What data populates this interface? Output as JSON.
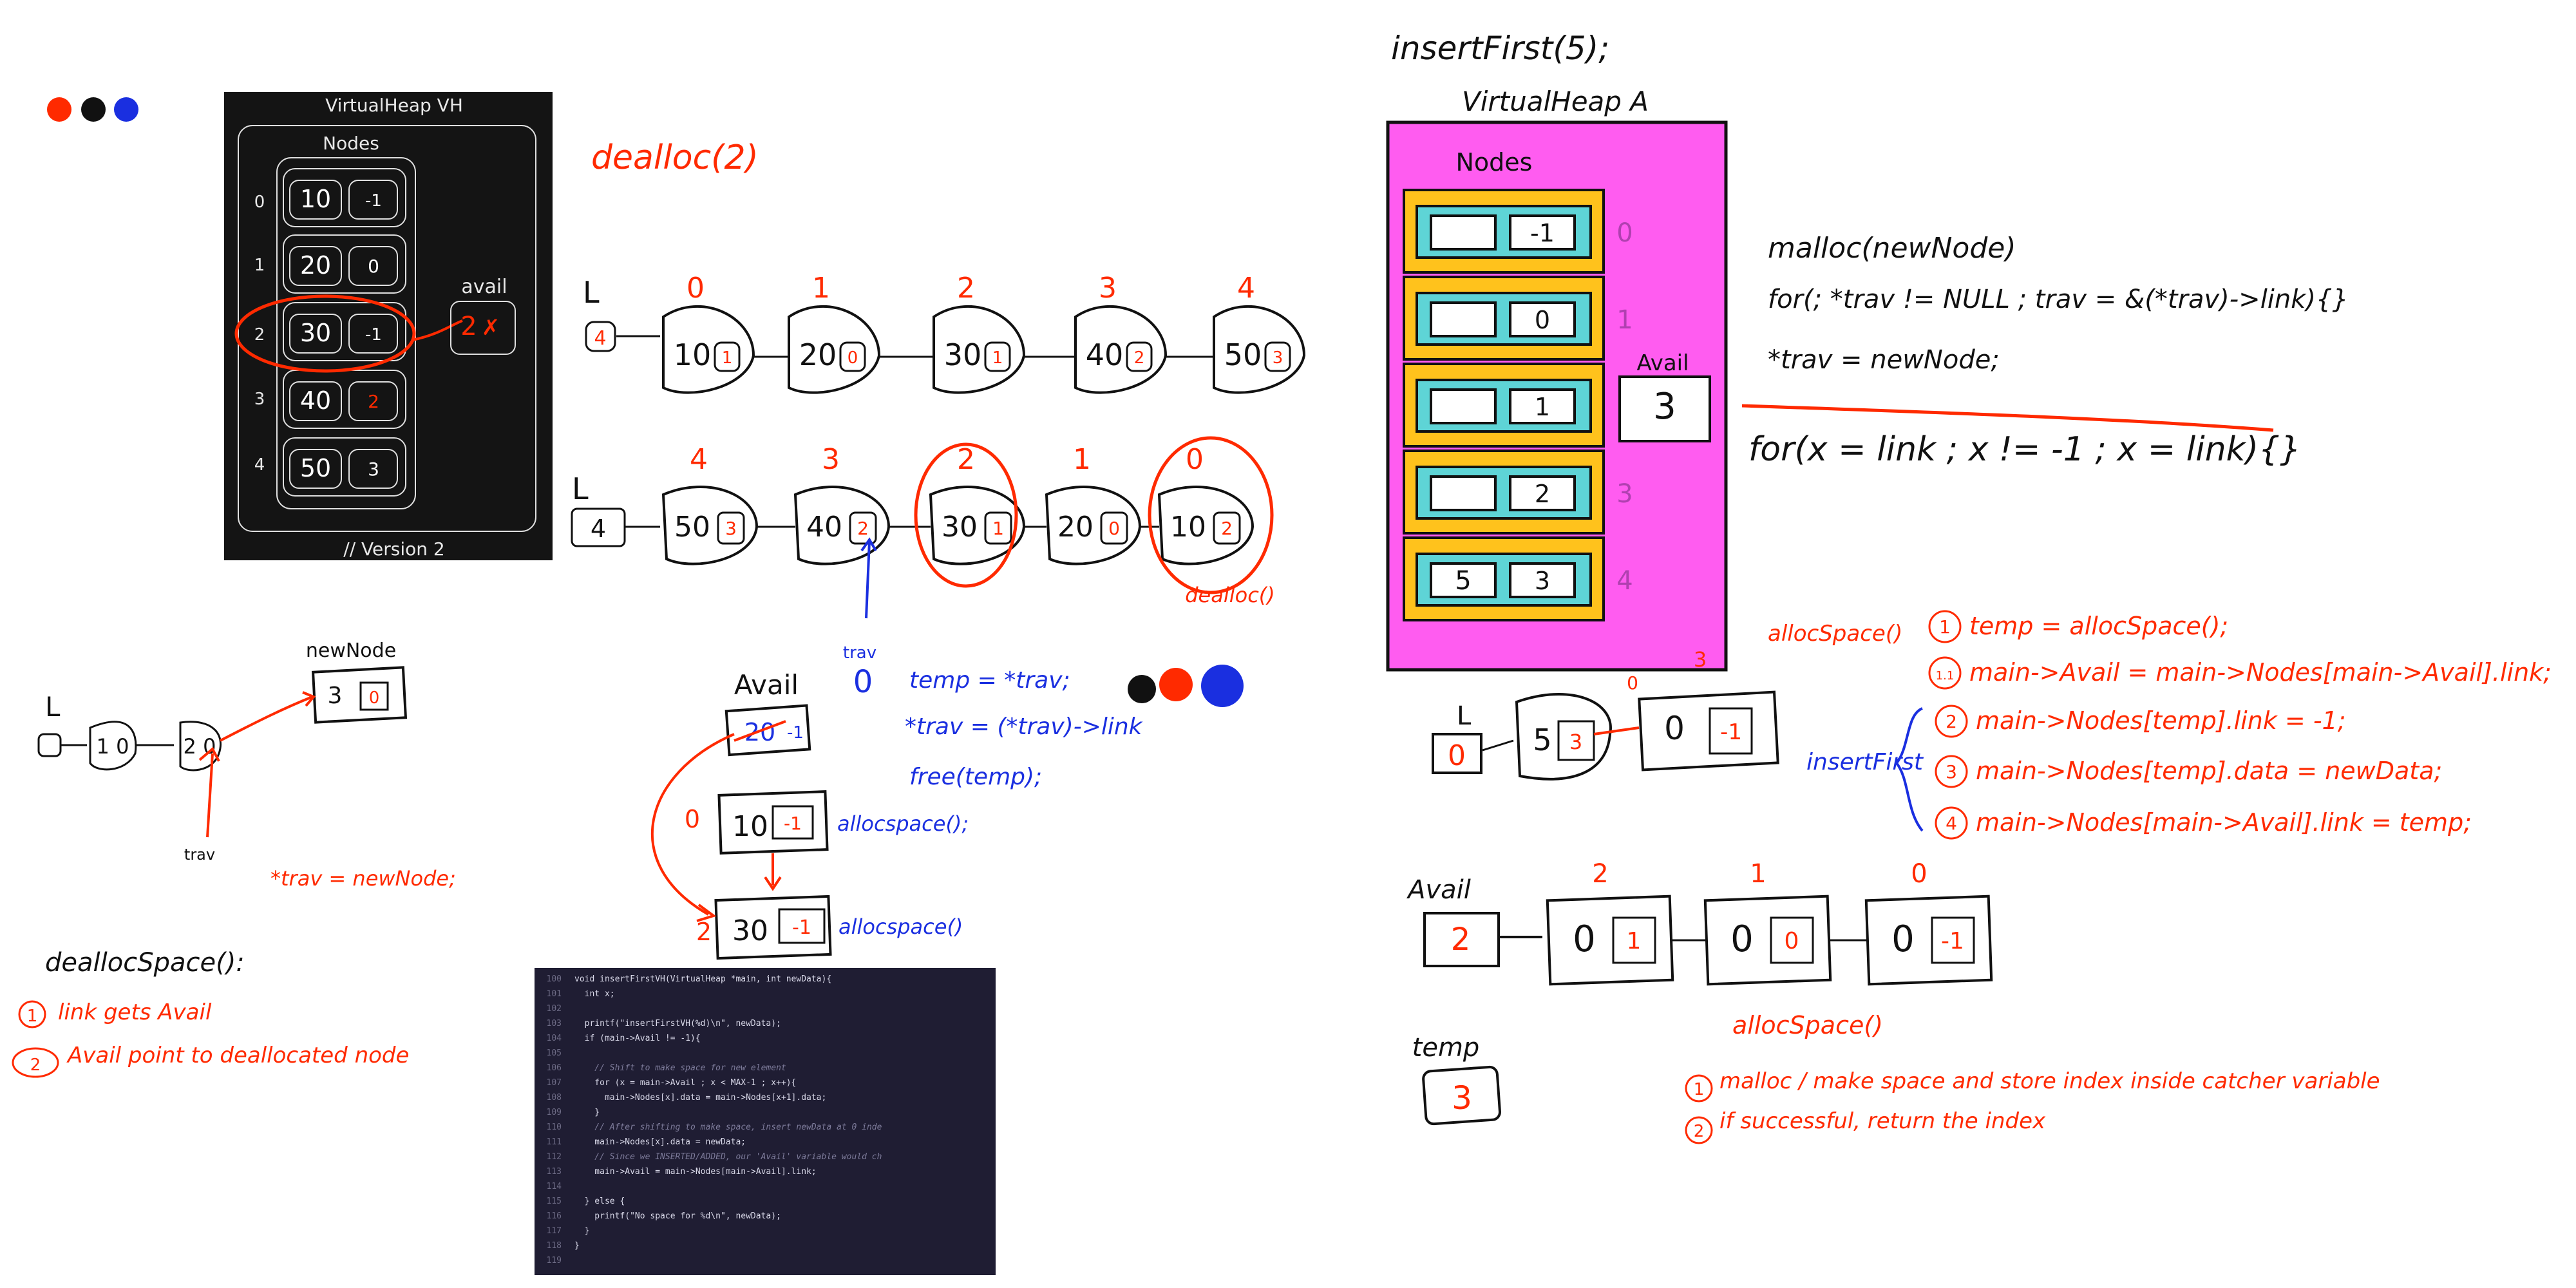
{
  "palette": {
    "red": "#ff2a00",
    "black": "#111111",
    "blue": "#1a2fe0",
    "magenta": "#ff5cf0",
    "gold": "#ffc21c",
    "teal": "#5ed4d6"
  },
  "vh_panel": {
    "title": "VirtualHeap VH",
    "nodes_label": "Nodes",
    "rows": [
      {
        "index": "0",
        "data": "10",
        "link": "-1"
      },
      {
        "index": "1",
        "data": "20",
        "link": "0"
      },
      {
        "index": "2",
        "data": "30",
        "link": "-1"
      },
      {
        "index": "3",
        "data": "40",
        "link": "2"
      },
      {
        "index": "4",
        "data": "50",
        "link": "3"
      }
    ],
    "avail_label": "avail",
    "avail_value": "2",
    "version": "// Version 2"
  },
  "dealloc_title": "dealloc(2)",
  "list1": {
    "head": "L",
    "head_val": "4",
    "indices": [
      "0",
      "1",
      "2",
      "3",
      "4"
    ],
    "nodes": [
      {
        "data": "10",
        "link": "1"
      },
      {
        "data": "20",
        "link": "0"
      },
      {
        "data": "30",
        "link": "1"
      },
      {
        "data": "40",
        "link": "2"
      },
      {
        "data": "50",
        "link": "3"
      }
    ]
  },
  "list2": {
    "head": "L",
    "head_val": "4",
    "indices": [
      "4",
      "3",
      "2",
      "1",
      "0"
    ],
    "nodes": [
      {
        "data": "50",
        "link": "3"
      },
      {
        "data": "40",
        "link": "2"
      },
      {
        "data": "30",
        "link": "1"
      },
      {
        "data": "20",
        "link": "0"
      },
      {
        "data": "10",
        "link": "2"
      }
    ],
    "dealloc_note": "dealloc()",
    "trav": "trav",
    "trav_val": "0"
  },
  "trav_code": {
    "line1": "temp = *trav;",
    "line2": "*trav = (*trav)->link",
    "line3": "free(temp);"
  },
  "avail_section": {
    "title": "Avail",
    "box_val": "20",
    "box_link": "-1",
    "node1": {
      "index": "0",
      "data": "10",
      "link": "-1",
      "note": "allocspace();"
    },
    "node2": {
      "index": "2",
      "data": "30",
      "link": "-1",
      "note": "allocspace()"
    }
  },
  "newnode_section": {
    "label": "newNode",
    "data": "3",
    "link": "0",
    "head": "L",
    "node1": "1 0",
    "node2": "2 0",
    "trav": "trav",
    "code": "*trav = newNode;"
  },
  "dealloc_space": {
    "title": "deallocSpace():",
    "steps": [
      "link gets Avail",
      "Avail point to deallocated node"
    ]
  },
  "code": {
    "lines": [
      {
        "n": "100",
        "t": "void insertFirstVH(VirtualHeap *main, int newData){"
      },
      {
        "n": "101",
        "t": "  int x;"
      },
      {
        "n": "102",
        "t": ""
      },
      {
        "n": "103",
        "t": "  printf(\"insertFirstVH(%d)\\n\", newData);"
      },
      {
        "n": "104",
        "t": "  if (main->Avail != -1){"
      },
      {
        "n": "105",
        "t": ""
      },
      {
        "n": "106",
        "t": "    // Shift to make space for new element"
      },
      {
        "n": "107",
        "t": "    for (x = main->Avail ; x < MAX-1 ; x++){"
      },
      {
        "n": "108",
        "t": "      main->Nodes[x].data = main->Nodes[x+1].data;"
      },
      {
        "n": "109",
        "t": "    }"
      },
      {
        "n": "110",
        "t": "    // After shifting to make space, insert newData at 0 inde"
      },
      {
        "n": "111",
        "t": "    main->Nodes[x].data = newData;"
      },
      {
        "n": "112",
        "t": "    // Since we INSERTED/ADDED, our 'Avail' variable would ch"
      },
      {
        "n": "113",
        "t": "    main->Avail = main->Nodes[main->Avail].link;"
      },
      {
        "n": "114",
        "t": ""
      },
      {
        "n": "115",
        "t": "  } else {"
      },
      {
        "n": "116",
        "t": "    printf(\"No space for %d\\n\", newData);"
      },
      {
        "n": "117",
        "t": "  }"
      },
      {
        "n": "118",
        "t": "}"
      },
      {
        "n": "119",
        "t": ""
      }
    ]
  },
  "insert_first": {
    "call": "insertFirst(5);",
    "heap_title": "VirtualHeap A",
    "nodes_label": "Nodes",
    "rows": [
      {
        "index": "0",
        "data": "",
        "link": "-1"
      },
      {
        "index": "1",
        "data": "",
        "link": "0"
      },
      {
        "index": "2",
        "data": "",
        "link": "1"
      },
      {
        "index": "3",
        "data": "",
        "link": "2"
      },
      {
        "index": "4",
        "data": "5",
        "link": "3"
      }
    ],
    "avail_label": "Avail",
    "avail_value": "3",
    "corner_index": "3"
  },
  "malloc_code": {
    "line1": "malloc(newNode)",
    "line2": "for(; *trav != NULL ; trav = &(*trav)->link){}",
    "line3": "*trav = newNode;",
    "line4": "for(x = link ; x != -1 ; x = link){}"
  },
  "insert_list": {
    "head": "L",
    "head_val": "0",
    "top_index": "0",
    "node1": {
      "data": "5",
      "link": "3"
    },
    "node2": {
      "data": "0",
      "link": "-1"
    },
    "label": "insertFirst"
  },
  "alloc_steps": {
    "title": "allocSpace()",
    "steps": [
      {
        "n": "1",
        "t": "temp = allocSpace();"
      },
      {
        "n": "1.1",
        "t": "main->Avail = main->Nodes[main->Avail].link;"
      },
      {
        "n": "2",
        "t": "main->Nodes[temp].link = -1;"
      },
      {
        "n": "3",
        "t": "main->Nodes[temp].data = newData;"
      },
      {
        "n": "4",
        "t": "main->Nodes[main->Avail].link = temp;"
      }
    ]
  },
  "avail_list": {
    "title": "Avail",
    "value": "2",
    "indices": [
      "2",
      "1",
      "0"
    ],
    "nodes": [
      {
        "data": "0",
        "link": "1"
      },
      {
        "data": "0",
        "link": "0"
      },
      {
        "data": "0",
        "link": "-1"
      }
    ]
  },
  "temp_box": {
    "title": "temp",
    "value": "3"
  },
  "alloc_space2": {
    "title": "allocSpace()",
    "steps": [
      "malloc / make space and store index inside catcher variable",
      "if successful, return the index"
    ]
  }
}
